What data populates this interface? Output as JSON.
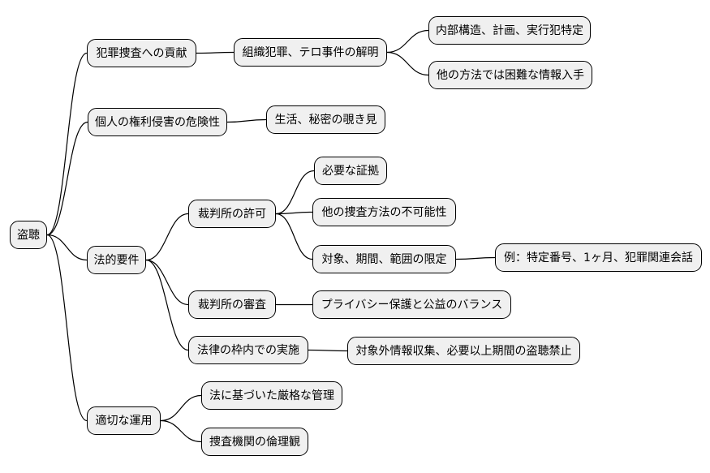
{
  "diagram": {
    "type": "mindmap",
    "background": "#ffffff",
    "node_fill": "#f0f0f0",
    "node_border": "#000000",
    "edge_color": "#000000"
  },
  "nodes": {
    "root": {
      "label": "盗聴"
    },
    "contribution": {
      "label": "犯罪捜査への貢献"
    },
    "organized": {
      "label": "組織犯罪、テロ事件の解明"
    },
    "internal": {
      "label": "内部構造、計画、実行犯特定"
    },
    "hardinfo": {
      "label": "他の方法では困難な情報入手"
    },
    "rights": {
      "label": "個人の権利侵害の危険性"
    },
    "peeping": {
      "label": "生活、秘密の覗き見"
    },
    "legal": {
      "label": "法的要件"
    },
    "permission": {
      "label": "裁判所の許可"
    },
    "evidence": {
      "label": "必要な証拠"
    },
    "impossible": {
      "label": "他の捜査方法の不可能性"
    },
    "scope": {
      "label": "対象、期間、範囲の限定"
    },
    "example": {
      "label": "例：特定番号、1ヶ月、犯罪関連会話"
    },
    "review": {
      "label": "裁判所の審査"
    },
    "balance": {
      "label": "プライバシー保護と公益のバランス"
    },
    "withinlaw": {
      "label": "法律の枠内での実施"
    },
    "prohibition": {
      "label": "対象外情報収集、必要以上期間の盗聴禁止"
    },
    "operation": {
      "label": "適切な運用"
    },
    "management": {
      "label": "法に基づいた厳格な管理"
    },
    "ethics": {
      "label": "捜査機関の倫理観"
    }
  },
  "edges": [
    [
      "root",
      "contribution"
    ],
    [
      "contribution",
      "organized"
    ],
    [
      "organized",
      "internal"
    ],
    [
      "organized",
      "hardinfo"
    ],
    [
      "root",
      "rights"
    ],
    [
      "rights",
      "peeping"
    ],
    [
      "root",
      "legal"
    ],
    [
      "legal",
      "permission"
    ],
    [
      "permission",
      "evidence"
    ],
    [
      "permission",
      "impossible"
    ],
    [
      "permission",
      "scope"
    ],
    [
      "scope",
      "example"
    ],
    [
      "legal",
      "review"
    ],
    [
      "review",
      "balance"
    ],
    [
      "legal",
      "withinlaw"
    ],
    [
      "withinlaw",
      "prohibition"
    ],
    [
      "root",
      "operation"
    ],
    [
      "operation",
      "management"
    ],
    [
      "operation",
      "ethics"
    ]
  ]
}
